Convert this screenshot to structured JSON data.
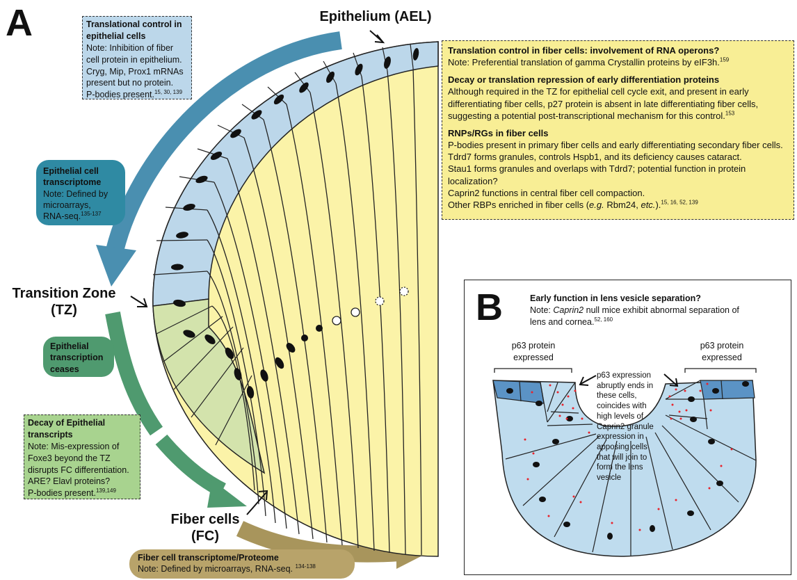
{
  "panel_a": {
    "letter": "A",
    "epithelium_label": "Epithelium (AEL)",
    "transition_zone_label_1": "Transition Zone",
    "transition_zone_label_2": "(TZ)",
    "fiber_cells_label_1": "Fiber cells",
    "fiber_cells_label_2": "(FC)",
    "translational_control_box": {
      "heading_1": "Translational control in",
      "heading_2": "epithelial cells",
      "line_1": "Note: Inhibition of fiber",
      "line_2": "cell protein in epithelium.",
      "line_3": "Cryg, Mip, Prox1 mRNAs",
      "line_4": "present but no protein.",
      "line_5": "P-bodies present.",
      "refs": "15, 30, 139"
    },
    "epithelial_transcriptome": {
      "heading_1": "Epithelial cell",
      "heading_2": "transcriptome",
      "line_1": "Note: Defined by",
      "line_2": "microarrays,",
      "line_3": "RNA-seq.",
      "refs": "135-137"
    },
    "transcription_ceases": {
      "line_1": "Epithelial",
      "line_2": "transcription",
      "line_3": "ceases"
    },
    "decay_box": {
      "heading_1": "Decay of Epithelial",
      "heading_2": "transcripts",
      "line_1": "Note: Mis-expression of",
      "line_2": "Foxe3 beyond the TZ",
      "line_3": "disrupts FC differentiation.",
      "line_4": "ARE? Elavl proteins?",
      "line_5": "P-bodies present.",
      "refs": "139,149"
    },
    "fiber_transcriptome": {
      "heading": "Fiber cell transcriptome/Proteome",
      "line": "Note: Defined by microarrays, RNA-seq.",
      "refs": "134-138"
    },
    "yellow_box": {
      "s1_heading": "Translation control in fiber cells: involvement of RNA operons?",
      "s1_line": "Note: Preferential translation of gamma Crystallin proteins by eIF3h.",
      "s1_refs": "159",
      "s2_heading": "Decay or translation repression of early differentiation proteins",
      "s2_line_1": "Although required in the TZ for epithelial cell cycle exit, and present in early",
      "s2_line_2": "differentiating fiber cells, p27 protein is absent in late differentiating fiber cells,",
      "s2_line_3": "suggesting a potential post-transcriptional mechanism for this control.",
      "s2_refs": "153",
      "s3_heading": "RNPs/RGs in fiber cells",
      "s3_line_1": "P-bodies present in primary fiber cells and early differentiating secondary fiber cells.",
      "s3_line_2": "Tdrd7 forms granules, controls Hspb1, and its deficiency causes cataract.",
      "s3_line_3": "Stau1 forms granules and overlaps with Tdrd7; potential function in protein",
      "s3_line_4": "localization?",
      "s3_line_5": "Caprin2 functions in central fiber cell compaction.",
      "s3_line_6a": "Other RBPs enriched in fiber cells (",
      "s3_line_6_eg": "e.g.",
      "s3_line_6b": " Rbm24, ",
      "s3_line_6_etc": "etc.",
      "s3_line_6c": ").",
      "s3_refs": "15, 16, 52, 139"
    }
  },
  "panel_b": {
    "letter": "B",
    "heading": "Early function in lens vesicle separation?",
    "note_prefix": "Note: ",
    "note_italic": "Caprin2",
    "note_rest": " null mice exhibit abnormal separation of",
    "note_line_2": "lens and cornea.",
    "note_refs": "52, 160",
    "p63_left_1": "p63 protein",
    "p63_left_2": "expressed",
    "p63_right_1": "p63 protein",
    "p63_right_2": "expressed",
    "center_text": [
      "p63 expression",
      "abruptly ends in",
      "these cells,",
      "coincides with",
      "high levels of",
      "Caprin2 granule",
      "expression in",
      "apposing cells",
      "that will join to",
      "form the lens",
      "vesicle"
    ]
  },
  "colors": {
    "epithelium_blue": "#bcd7ea",
    "transition_green": "#d3e3ac",
    "fiber_yellow": "#fbf3a8",
    "arrow_blue": "#4a8fb0",
    "arrow_green": "#4f9a6f",
    "arrow_tan": "#a8955c",
    "transcriptome_pill": "#2f8aa3",
    "ceases_pill": "#4f9a6f",
    "fiber_pill": "#b8a36a",
    "translational_box": "#bcd7ea",
    "decay_box": "#a8d38f",
    "yellow_box": "#f8ee95",
    "p63_dark_blue": "#5b93c5",
    "vesicle_light_blue": "#bfdcee",
    "granule_red": "#e8222b"
  }
}
